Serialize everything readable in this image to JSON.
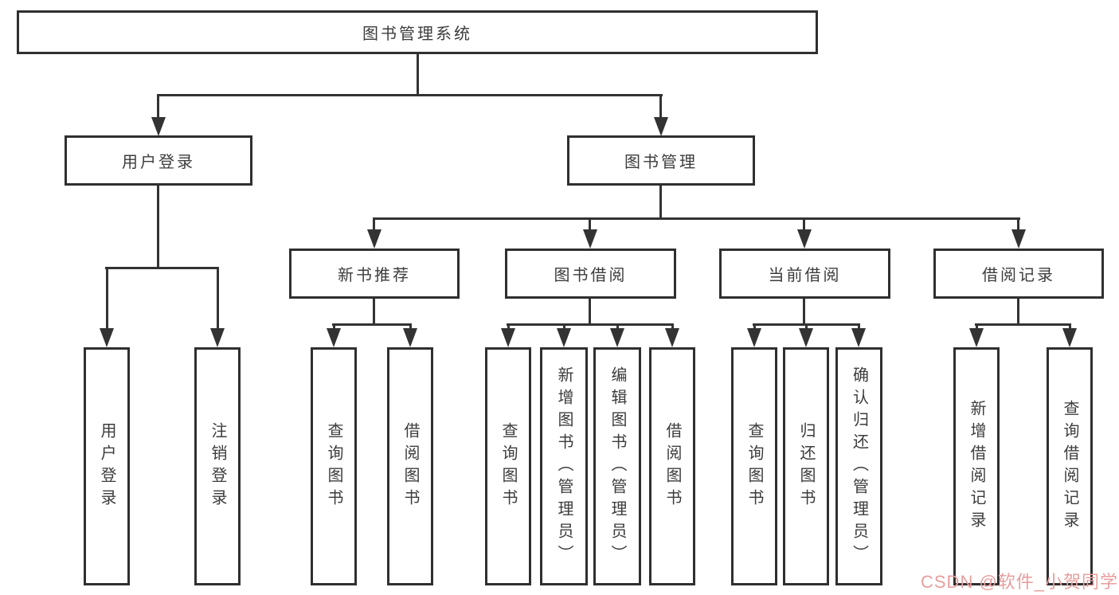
{
  "tree": {
    "root": {
      "label": "图书管理系统"
    },
    "level2": [
      {
        "label": "用户登录"
      },
      {
        "label": "图书管理"
      }
    ],
    "level3": [
      {
        "label": "新书推荐"
      },
      {
        "label": "图书借阅"
      },
      {
        "label": "当前借阅"
      },
      {
        "label": "借阅记录"
      }
    ],
    "leaves": [
      {
        "label": "用户登录"
      },
      {
        "label": "注销登录"
      },
      {
        "label": "查询图书"
      },
      {
        "label": "借阅图书"
      },
      {
        "label": "查询图书"
      },
      {
        "label": "新增图书（管理员）"
      },
      {
        "label": "编辑图书（管理员）"
      },
      {
        "label": "借阅图书"
      },
      {
        "label": "查询图书"
      },
      {
        "label": "归还图书"
      },
      {
        "label": "确认归还（管理员）"
      },
      {
        "label": "新增借阅记录"
      },
      {
        "label": "查询借阅记录"
      }
    ]
  },
  "watermark": {
    "text": "CSDN @软件_小贺同学",
    "color": "#e89e9e"
  },
  "colors": {
    "line": "#333333",
    "box_border": "#2f2f2f",
    "text": "#3c3c3c",
    "background": "#ffffff"
  }
}
